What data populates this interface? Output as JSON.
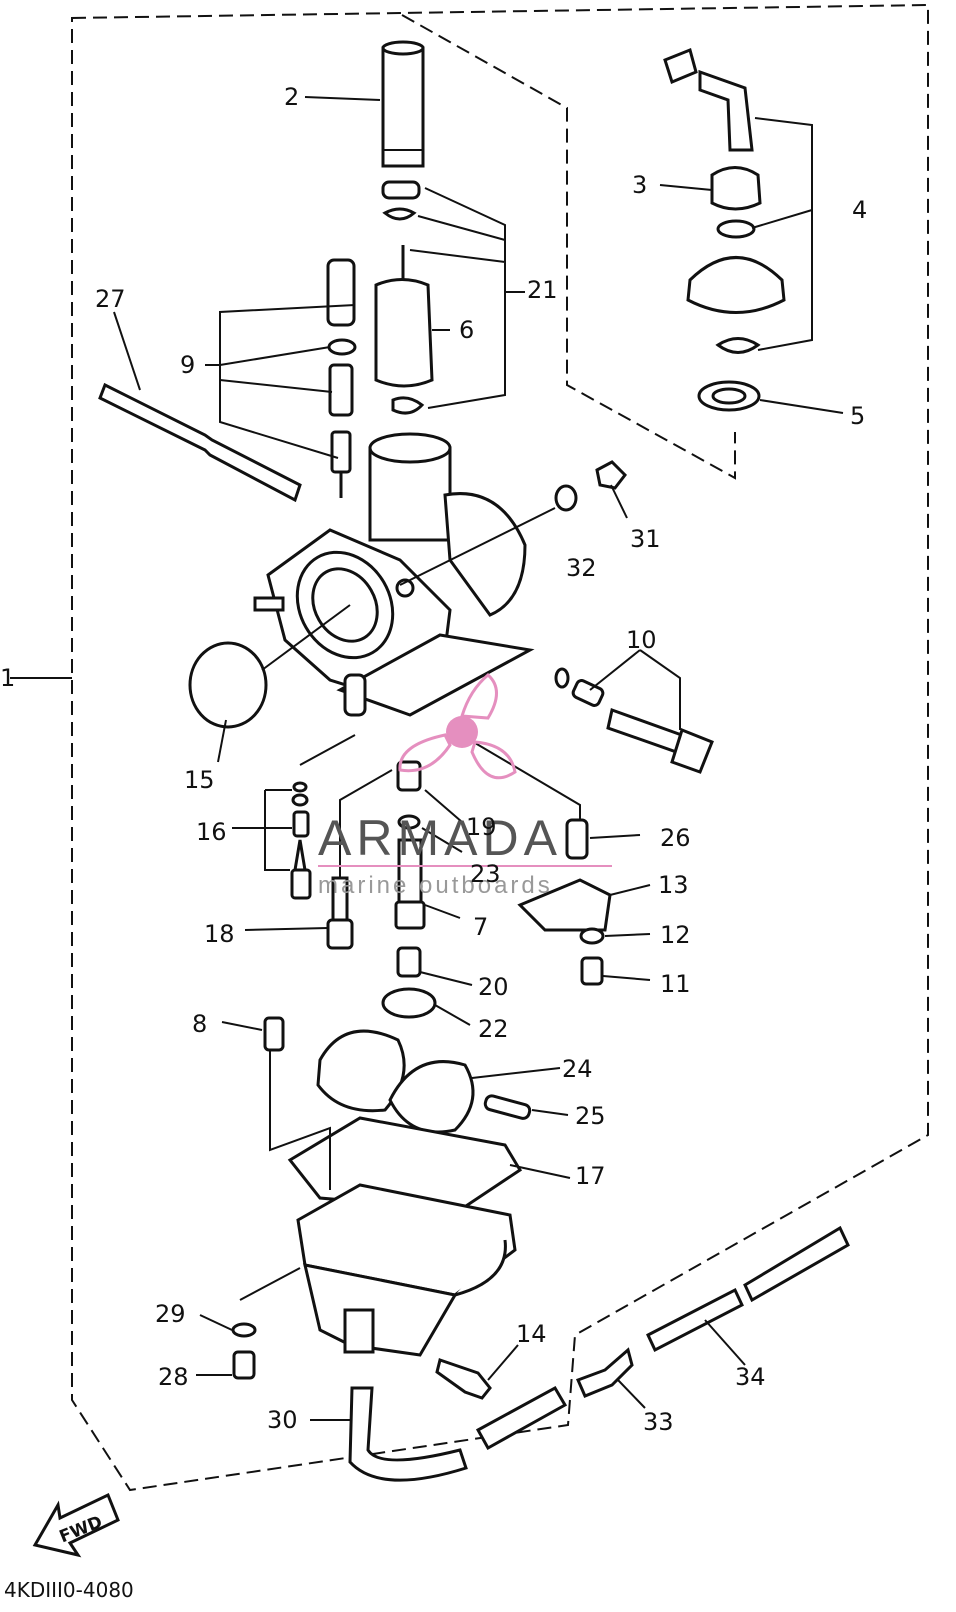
{
  "diagram": {
    "callouts": [
      "1",
      "2",
      "3",
      "4",
      "5",
      "6",
      "7",
      "8",
      "9",
      "10",
      "11",
      "12",
      "13",
      "14",
      "15",
      "16",
      "17",
      "18",
      "19",
      "20",
      "21",
      "22",
      "23",
      "24",
      "25",
      "26",
      "27",
      "28",
      "29",
      "30",
      "31",
      "32",
      "33",
      "34"
    ],
    "part_code": "4KDIII0-4080",
    "direction_label": "FWD"
  },
  "watermark": {
    "brand": "ARMADA",
    "tagline": "marine outboards",
    "logo_color": "#e58fbf"
  },
  "colors": {
    "ink": "#111111",
    "paper": "#ffffff"
  }
}
